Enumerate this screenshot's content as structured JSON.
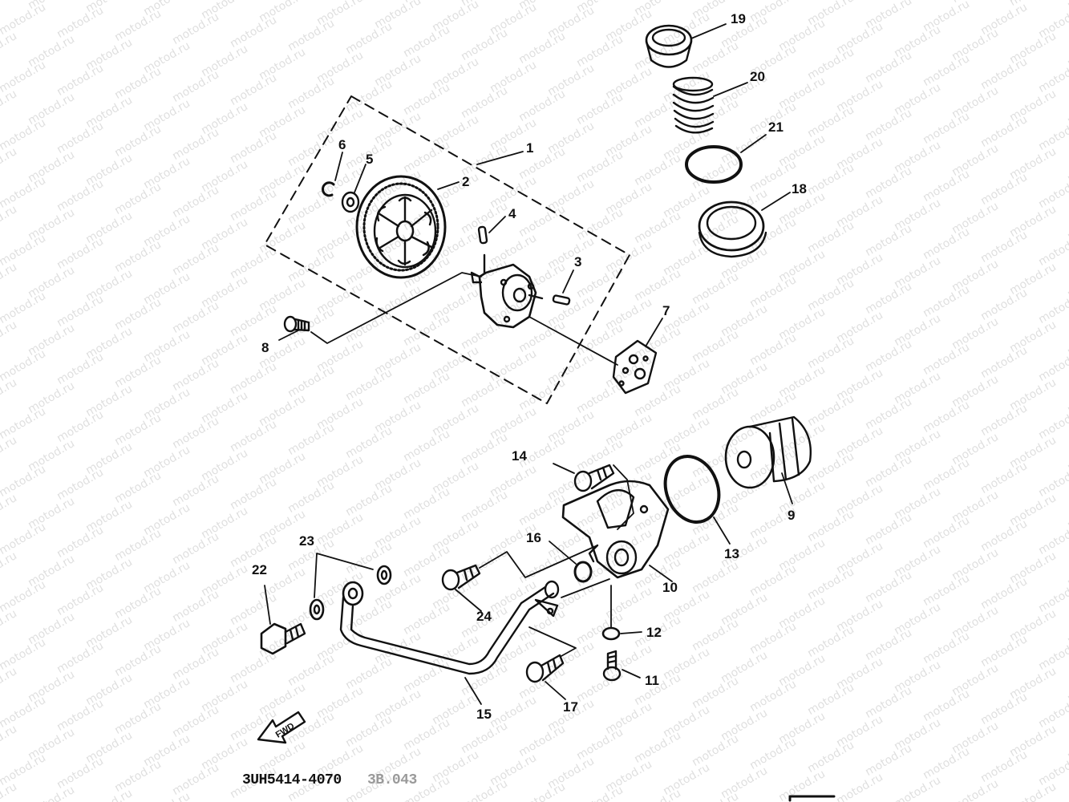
{
  "diagram": {
    "watermark": "motod.ru",
    "part_code": "3UH5414-4070",
    "part_code_faded": "3B.043",
    "fwd_label": "FWD",
    "callouts": {
      "c1": "1",
      "c2": "2",
      "c3": "3",
      "c4": "4",
      "c5": "5",
      "c6": "6",
      "c7": "7",
      "c8": "8",
      "c9": "9",
      "c10": "10",
      "c11": "11",
      "c12": "12",
      "c13": "13",
      "c14": "14",
      "c15": "15",
      "c16": "16",
      "c17": "17",
      "c18": "18",
      "c19": "19",
      "c20": "20",
      "c21": "21",
      "c22": "22",
      "c23": "23",
      "c24": "24"
    }
  }
}
